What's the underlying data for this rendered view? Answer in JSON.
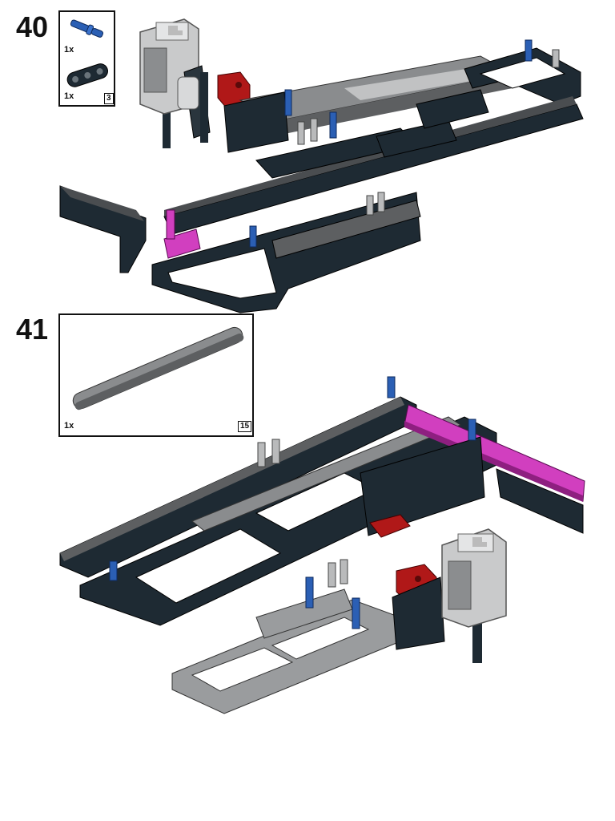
{
  "steps": [
    {
      "number": "40",
      "parts": [
        {
          "qty": "1x",
          "icon": "blue-axle-pin-icon",
          "color": "#2b5fb4"
        },
        {
          "qty": "1x",
          "icon": "dark-beam-3-icon",
          "color": "#1e2a33",
          "length": "3"
        }
      ]
    },
    {
      "number": "41",
      "parts": [
        {
          "qty": "1x",
          "icon": "grey-beam-15-icon",
          "color": "#8a8c8e",
          "length": "15"
        }
      ]
    }
  ],
  "colors": {
    "dark_bluish_gray": "#1e2a33",
    "light_gray": "#9a9c9e",
    "medium_gray": "#6f7173",
    "blue": "#2b5fb4",
    "red": "#b01818",
    "magenta": "#d13fbf",
    "motor": "#c9cacb"
  }
}
